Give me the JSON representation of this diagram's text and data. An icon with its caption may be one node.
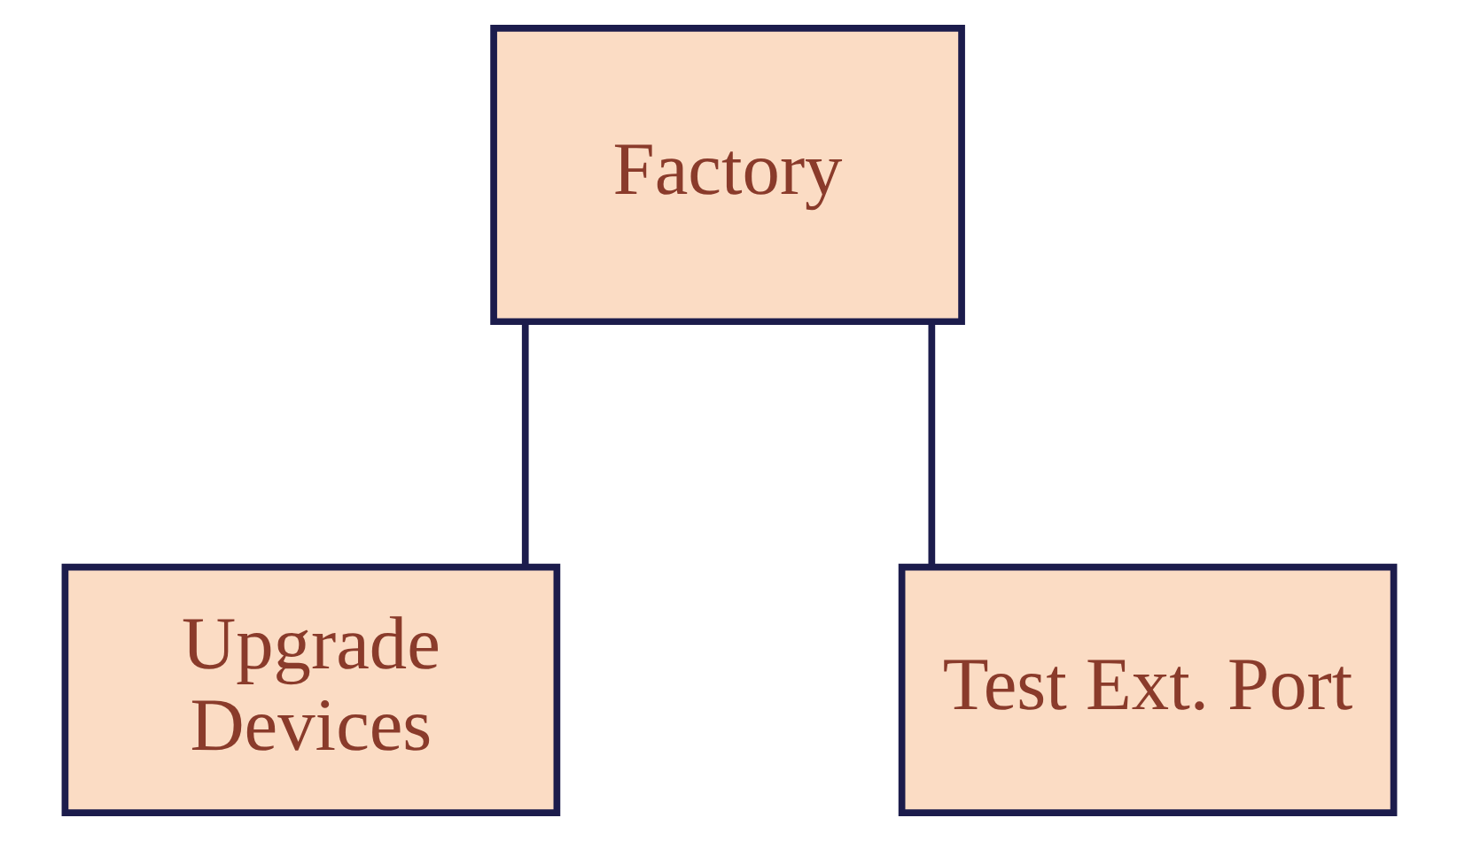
{
  "diagram": {
    "nodes": [
      {
        "text": [
          "Factory"
        ]
      },
      {
        "text": [
          "Upgrade Devices"
        ]
      },
      {
        "text": [
          "Test Ext. Port"
        ]
      }
    ],
    "edges": [
      {
        "from": 0,
        "to": 1,
        "arrow": "none"
      },
      {
        "from": 0,
        "to": 2,
        "arrow": "none"
      }
    ]
  }
}
